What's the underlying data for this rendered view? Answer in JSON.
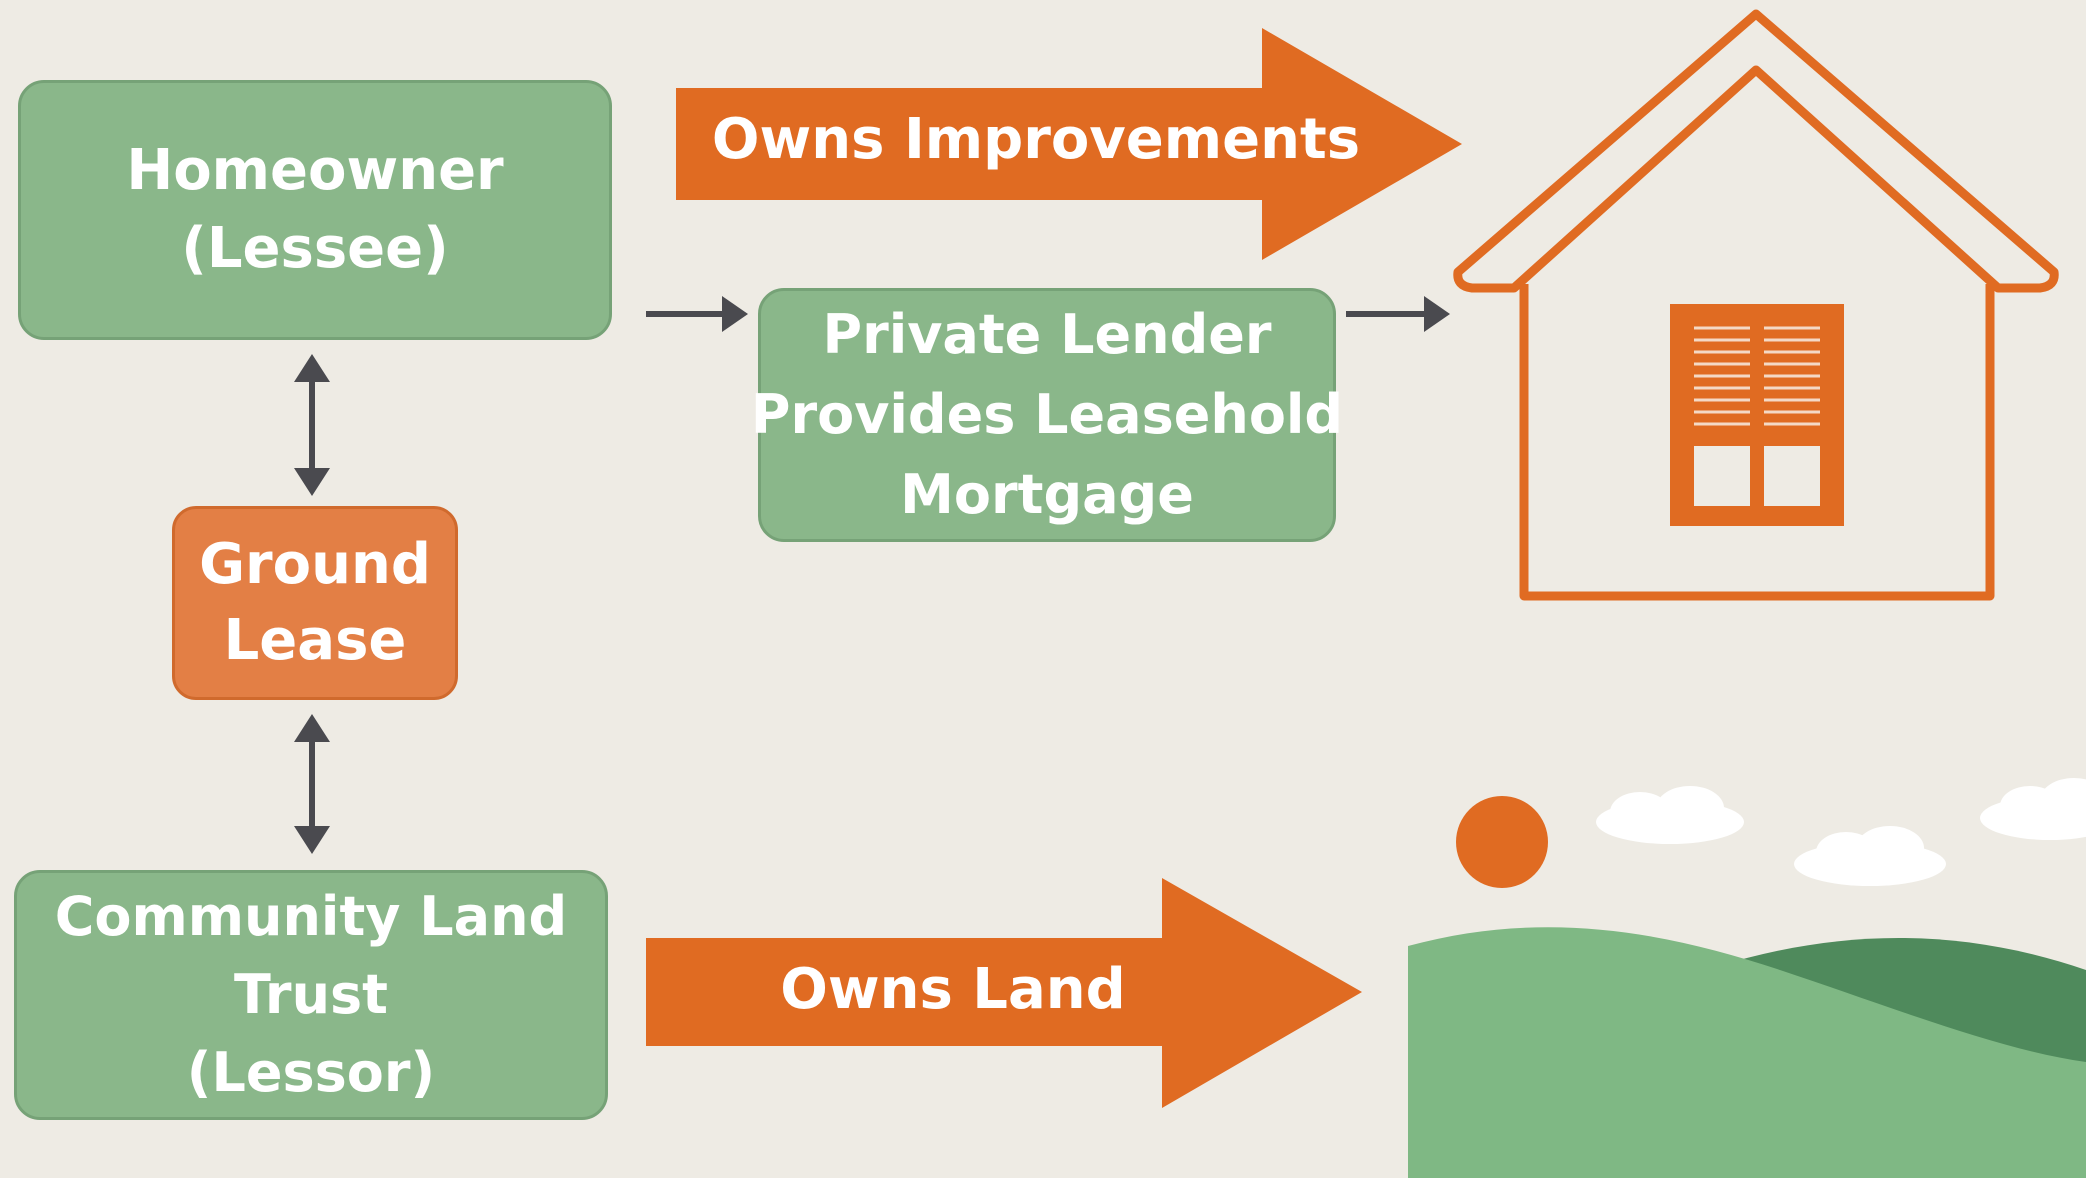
{
  "boxes": {
    "homeowner": [
      "Homeowner",
      "(Lessee)"
    ],
    "lender": [
      "Private Lender",
      "Provides Leasehold",
      "Mortgage"
    ],
    "ground_lease": [
      "Ground",
      "Lease"
    ],
    "clt": [
      "Community Land",
      "Trust",
      "(Lessor)"
    ]
  },
  "arrows": {
    "improvements": "Owns Improvements",
    "land": "Owns Land"
  },
  "colors": {
    "background": "#eeebe4",
    "box_green": "#8ab78a",
    "accent_orange": "#e06b22",
    "arrow_gray": "#4a4a4f",
    "hill_light": "#7fb884",
    "hill_dark": "#4f8a5c"
  },
  "icons": [
    "house-icon",
    "sun-icon",
    "cloud-icon",
    "hills-icon"
  ]
}
